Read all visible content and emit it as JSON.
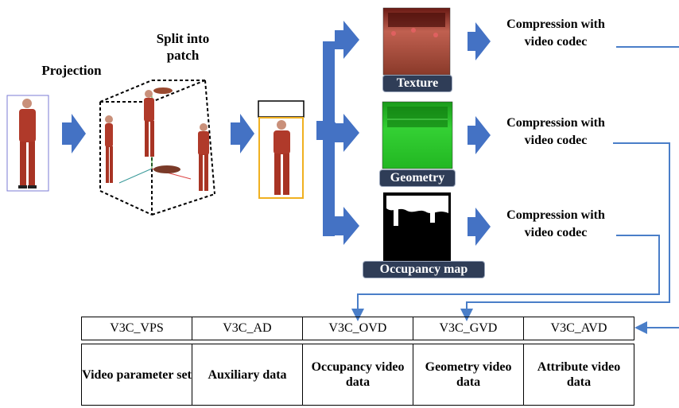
{
  "labels": {
    "projection": "Projection",
    "split_into_patch": "Split into patch"
  },
  "maps": [
    {
      "name": "Texture"
    },
    {
      "name": "Geometry"
    },
    {
      "name": "Occupancy map"
    }
  ],
  "compression_text": "Compression with video codec",
  "v3c_units": [
    "V3C_VPS",
    "V3C_AD",
    "V3C_OVD",
    "V3C_GVD",
    "V3C_AVD"
  ],
  "v3c_descriptions": [
    "Video parameter set",
    "Auxiliary data",
    "Occupancy video data",
    "Geometry video data",
    "Attribute video data"
  ],
  "colors": {
    "arrow_blue": "#4472c4",
    "flow_line": "#4a7ec8",
    "tag_background": "#2f3d57",
    "person_red": "#b03a2a",
    "geometry_green": "#22b722",
    "bbox_yellow": "#f0b020"
  }
}
